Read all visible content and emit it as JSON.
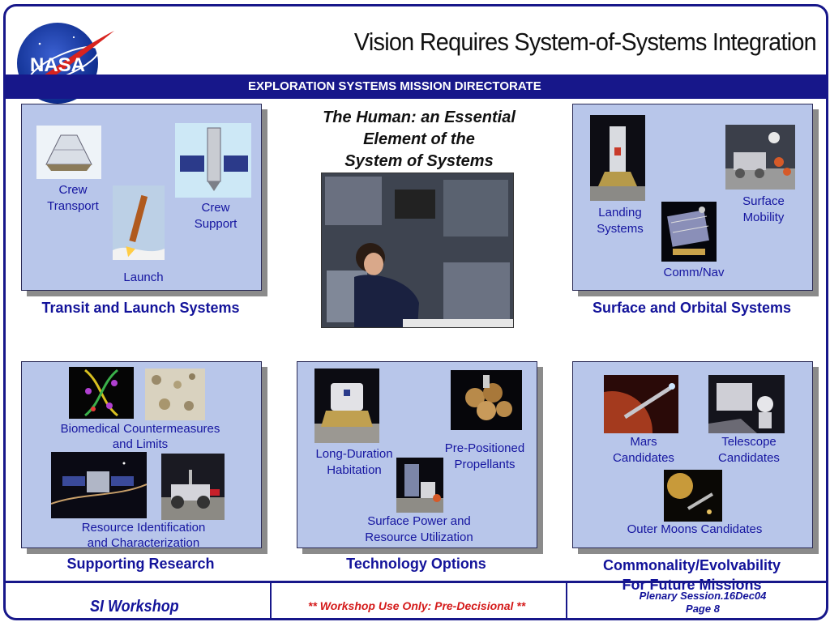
{
  "slide": {
    "title": "Vision Requires System-of-Systems Integration",
    "banner": "EXPLORATION SYSTEMS MISSION DIRECTORATE",
    "logo_text": "NASA"
  },
  "center": {
    "title_line1": "The Human: an Essential",
    "title_line2": "Element of the",
    "title_line3": "System of Systems"
  },
  "transit": {
    "caption": "Transit and Launch Systems",
    "crew_transport_1": "Crew",
    "crew_transport_2": "Transport",
    "crew_support_1": "Crew",
    "crew_support_2": "Support",
    "launch": "Launch"
  },
  "surface": {
    "caption": "Surface and Orbital Systems",
    "landing_1": "Landing",
    "landing_2": "Systems",
    "mobility_1": "Surface",
    "mobility_2": "Mobility",
    "commnav": "Comm/Nav"
  },
  "research": {
    "caption": "Supporting Research",
    "bio_1": "Biomedical Countermeasures",
    "bio_2": "and Limits",
    "res_1": "Resource Identification",
    "res_2": "and Characterization"
  },
  "tech": {
    "caption": "Technology Options",
    "hab_1": "Long-Duration",
    "hab_2": "Habitation",
    "prop_1": "Pre-Positioned",
    "prop_2": "Propellants",
    "power_1": "Surface Power and",
    "power_2": "Resource Utilization"
  },
  "common": {
    "caption_1": "Commonality/Evolvability",
    "caption_2": "For Future Missions",
    "mars_1": "Mars",
    "mars_2": "Candidates",
    "tele_1": "Telescope",
    "tele_2": "Candidates",
    "outer": "Outer Moons Candidates"
  },
  "footer": {
    "left": "SI Workshop",
    "middle": "** Workshop Use Only: Pre-Decisional **",
    "right_1": "Plenary Session.16Dec04",
    "right_2": "Page 8"
  },
  "colors": {
    "brand_blue": "#17178a",
    "panel": "#b8c6ea",
    "label_blue": "#1515a0",
    "predecisional_red": "#d41a1a"
  }
}
